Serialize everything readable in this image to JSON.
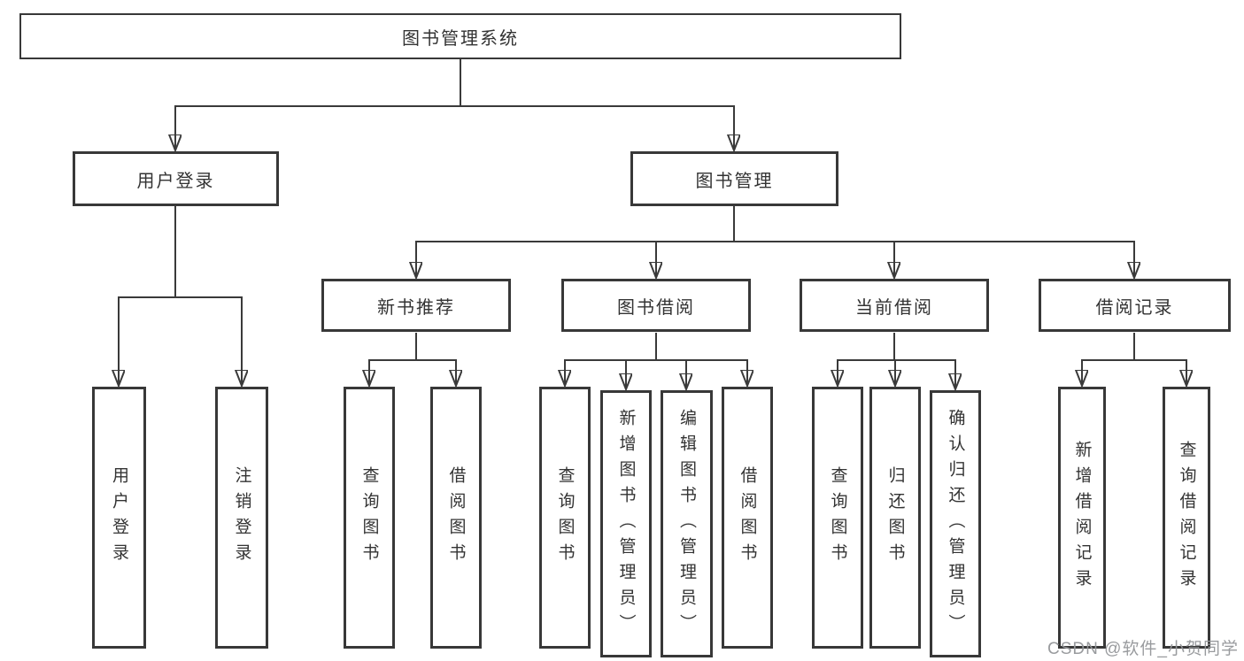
{
  "tree": {
    "root": {
      "label": "图书管理系统",
      "children": [
        {
          "label": "用户登录",
          "children": [
            {
              "label": "用户登录"
            },
            {
              "label": "注销登录"
            }
          ]
        },
        {
          "label": "图书管理",
          "children": [
            {
              "label": "新书推荐",
              "children": [
                {
                  "label": "查询图书"
                },
                {
                  "label": "借阅图书"
                }
              ]
            },
            {
              "label": "图书借阅",
              "children": [
                {
                  "label": "查询图书"
                },
                {
                  "label": "新增图书（管理员）"
                },
                {
                  "label": "编辑图书（管理员）"
                },
                {
                  "label": "借阅图书"
                }
              ]
            },
            {
              "label": "当前借阅",
              "children": [
                {
                  "label": "查询图书"
                },
                {
                  "label": "归还图书"
                },
                {
                  "label": "确认归还（管理员）"
                }
              ]
            },
            {
              "label": "借阅记录",
              "children": [
                {
                  "label": "新增借阅记录"
                },
                {
                  "label": "查询借阅记录"
                }
              ]
            }
          ]
        }
      ]
    }
  },
  "watermark": {
    "text": "CSDN @软件_小贺同学"
  },
  "colors": {
    "line": "#3a3a3a",
    "box_border": "#383838",
    "text": "#333333",
    "watermark": "#949699",
    "background": "#ffffff"
  }
}
